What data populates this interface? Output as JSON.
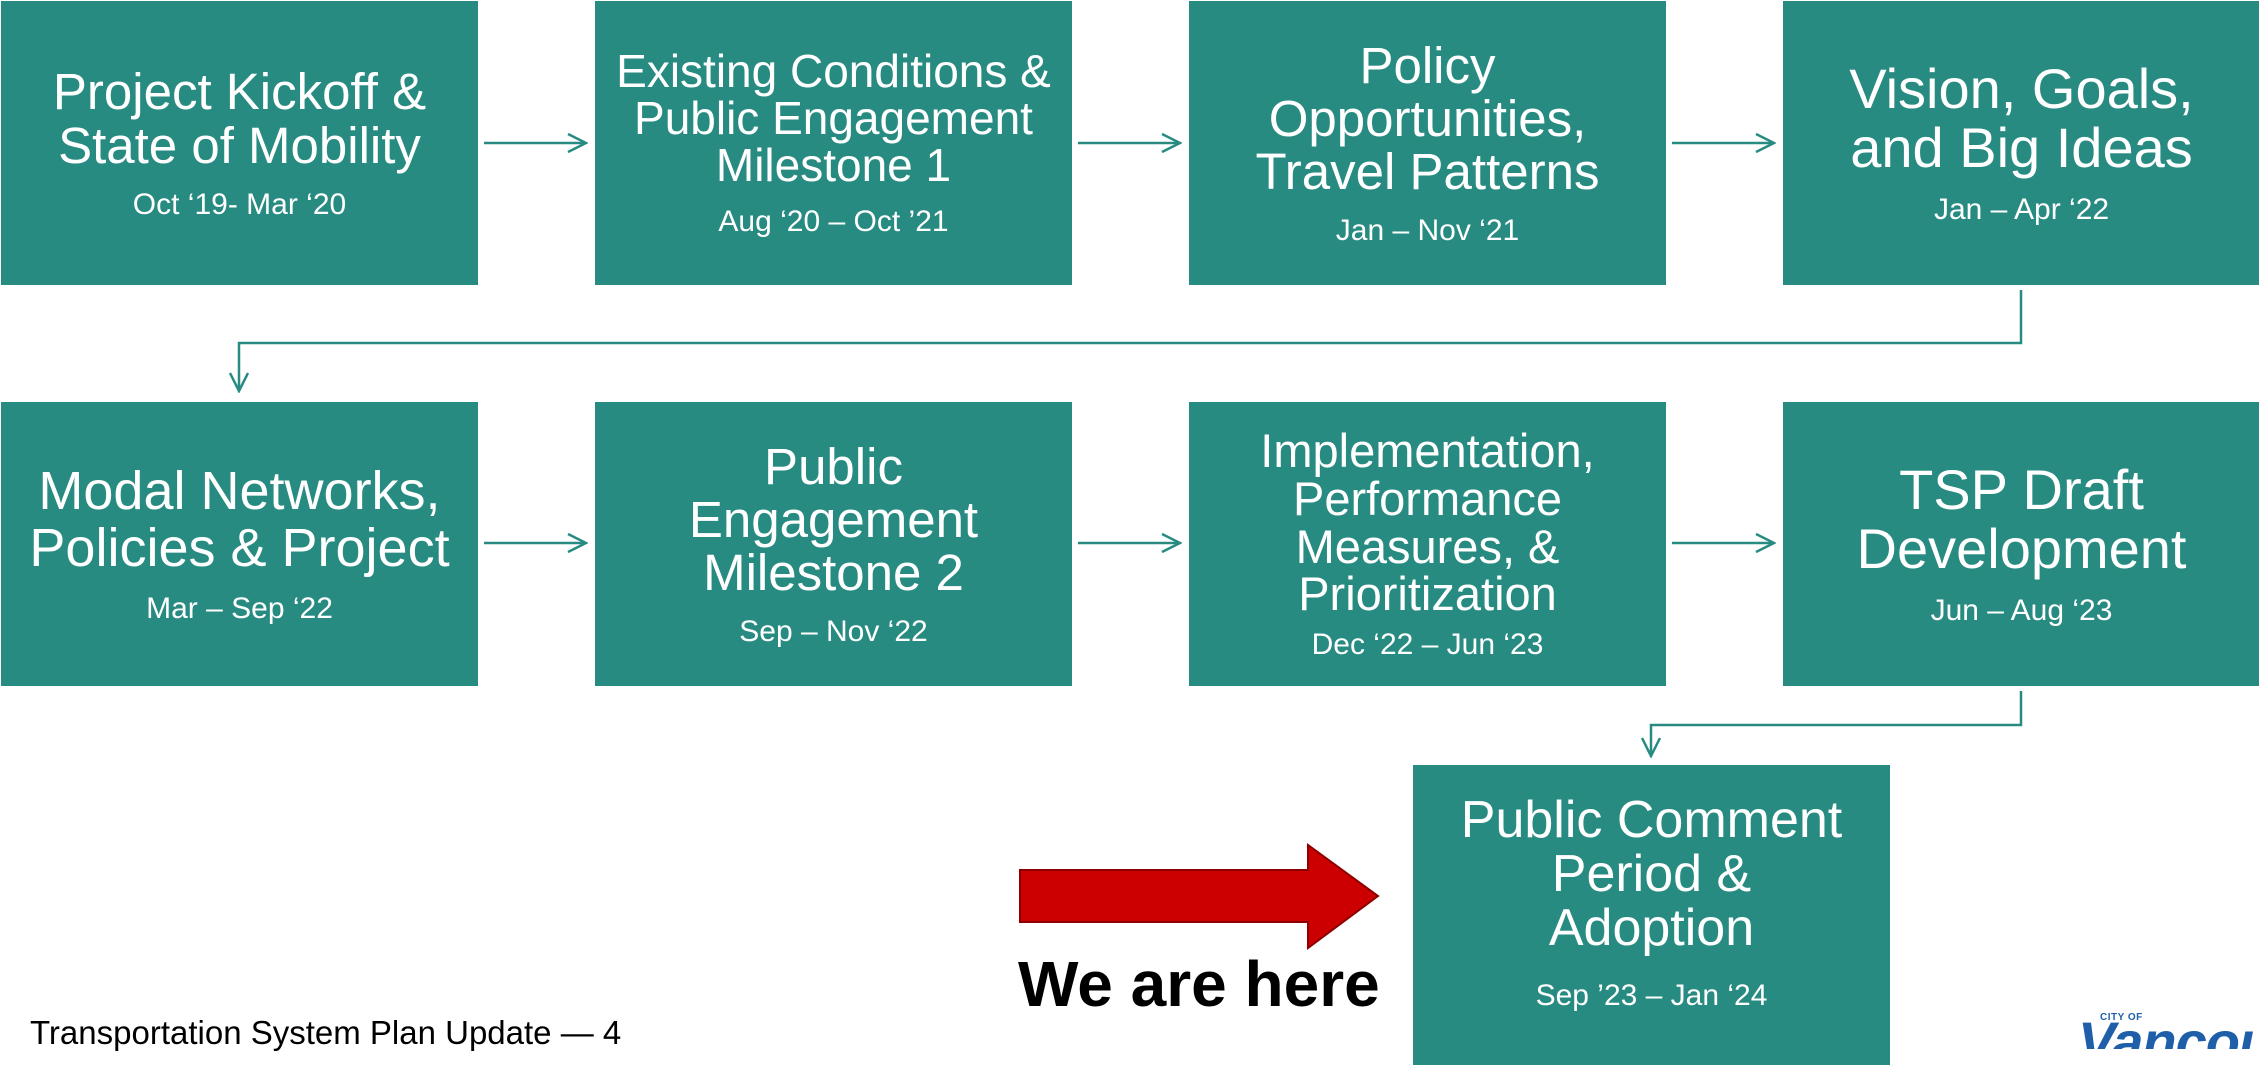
{
  "steps": [
    {
      "title": "Project Kickoff &\nState of Mobility",
      "dates": "Oct ‘19- Mar ‘20"
    },
    {
      "title": "Existing Conditions &\nPublic Engagement\nMilestone 1",
      "dates": "Aug ‘20 – Oct ’21"
    },
    {
      "title": "Policy\nOpportunities,\nTravel Patterns",
      "dates": "Jan – Nov ‘21"
    },
    {
      "title": "Vision, Goals,\nand Big Ideas",
      "dates": "Jan – Apr ‘22"
    },
    {
      "title": "Modal Networks,\nPolicies & Project",
      "dates": "Mar – Sep ‘22"
    },
    {
      "title": "Public\nEngagement\nMilestone 2",
      "dates": "Sep – Nov ‘22"
    },
    {
      "title": "Implementation,\nPerformance\nMeasures, &\nPrioritization",
      "dates": "Dec ‘22 – Jun ‘23"
    },
    {
      "title": "TSP Draft\nDevelopment",
      "dates": "Jun – Aug ‘23"
    },
    {
      "title": "Public Comment\nPeriod &\nAdoption",
      "dates": "Sep ’23 – Jan ‘24"
    }
  ],
  "marker": {
    "label": "We are here",
    "color": "#cc0000"
  },
  "footer": {
    "text": "Transportation System Plan Update — 4"
  },
  "logo": {
    "small_text": "CITY OF",
    "word": "Vancouver"
  },
  "colors": {
    "box": "#288b82",
    "connector": "#288b82",
    "text": "#ffffff"
  }
}
